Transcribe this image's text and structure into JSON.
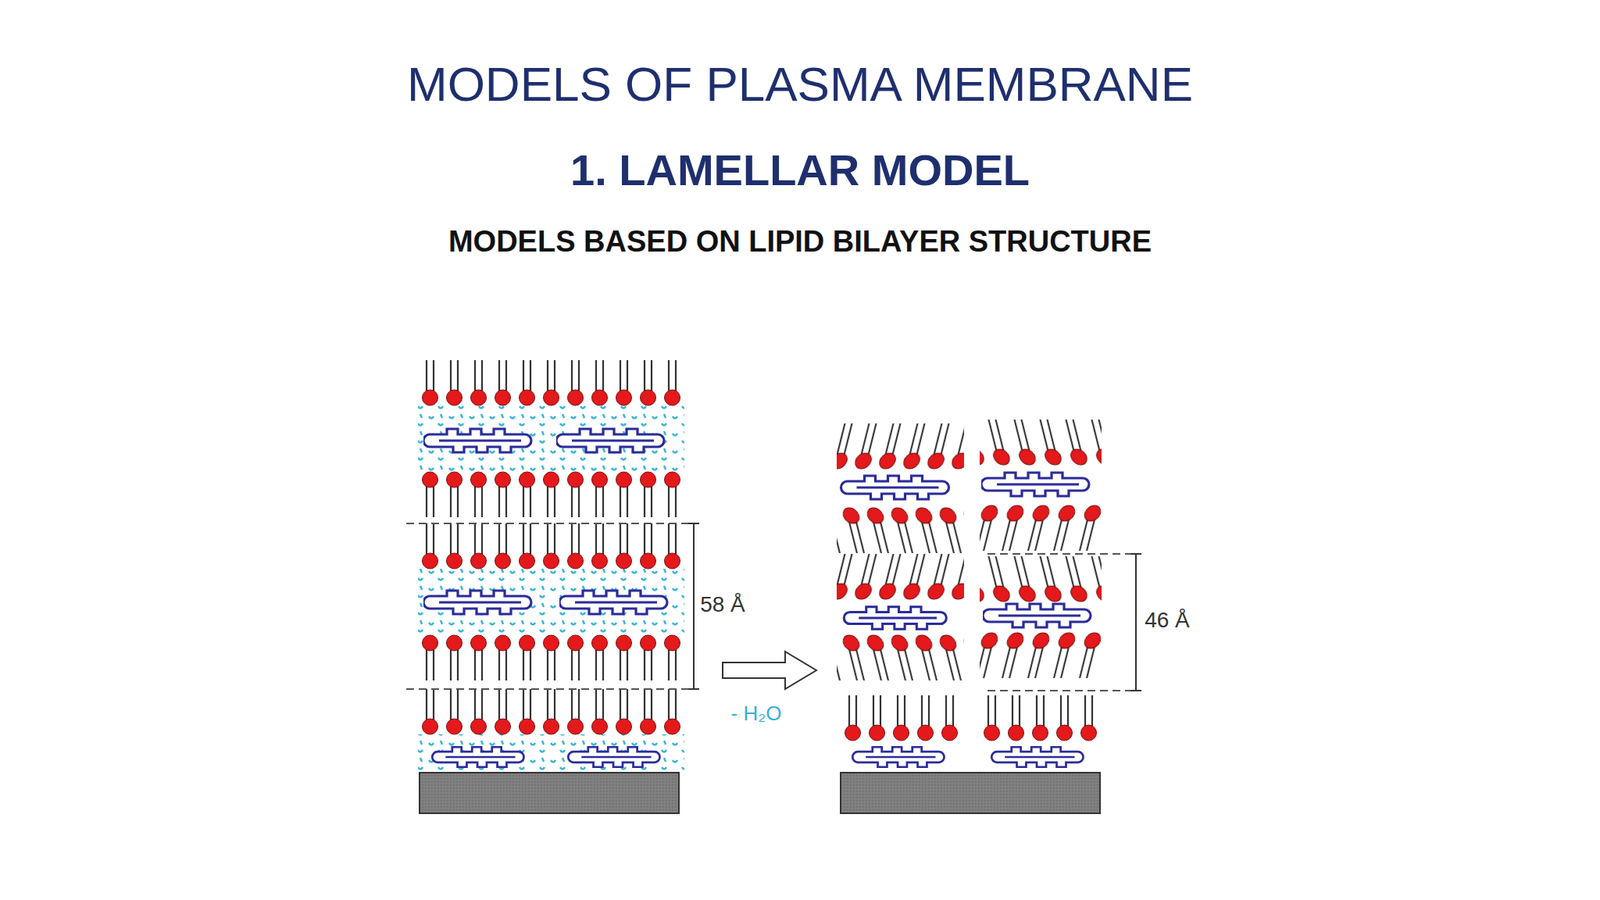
{
  "diagram": {
    "title": "MODELS OF PLASMA MEMBRANE",
    "labels": [
      "1. LAMELLAR MODEL",
      "MODELS BASED ON LIPID BILAYER STRUCTURE",
      "58 Å",
      "46 Å",
      "- H₂O"
    ]
  }
}
